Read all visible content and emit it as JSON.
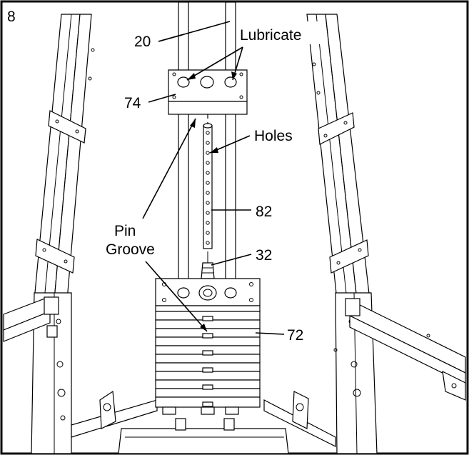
{
  "figure": {
    "step_number": "8",
    "labels": {
      "rods": "20",
      "lubricate": "Lubricate",
      "top_plate": "74",
      "holes": "Holes",
      "selector_stem": "82",
      "pin_groove_line1": "Pin",
      "pin_groove_line2": "Groove",
      "stem_bolt": "32",
      "weight_plates": "72"
    }
  }
}
